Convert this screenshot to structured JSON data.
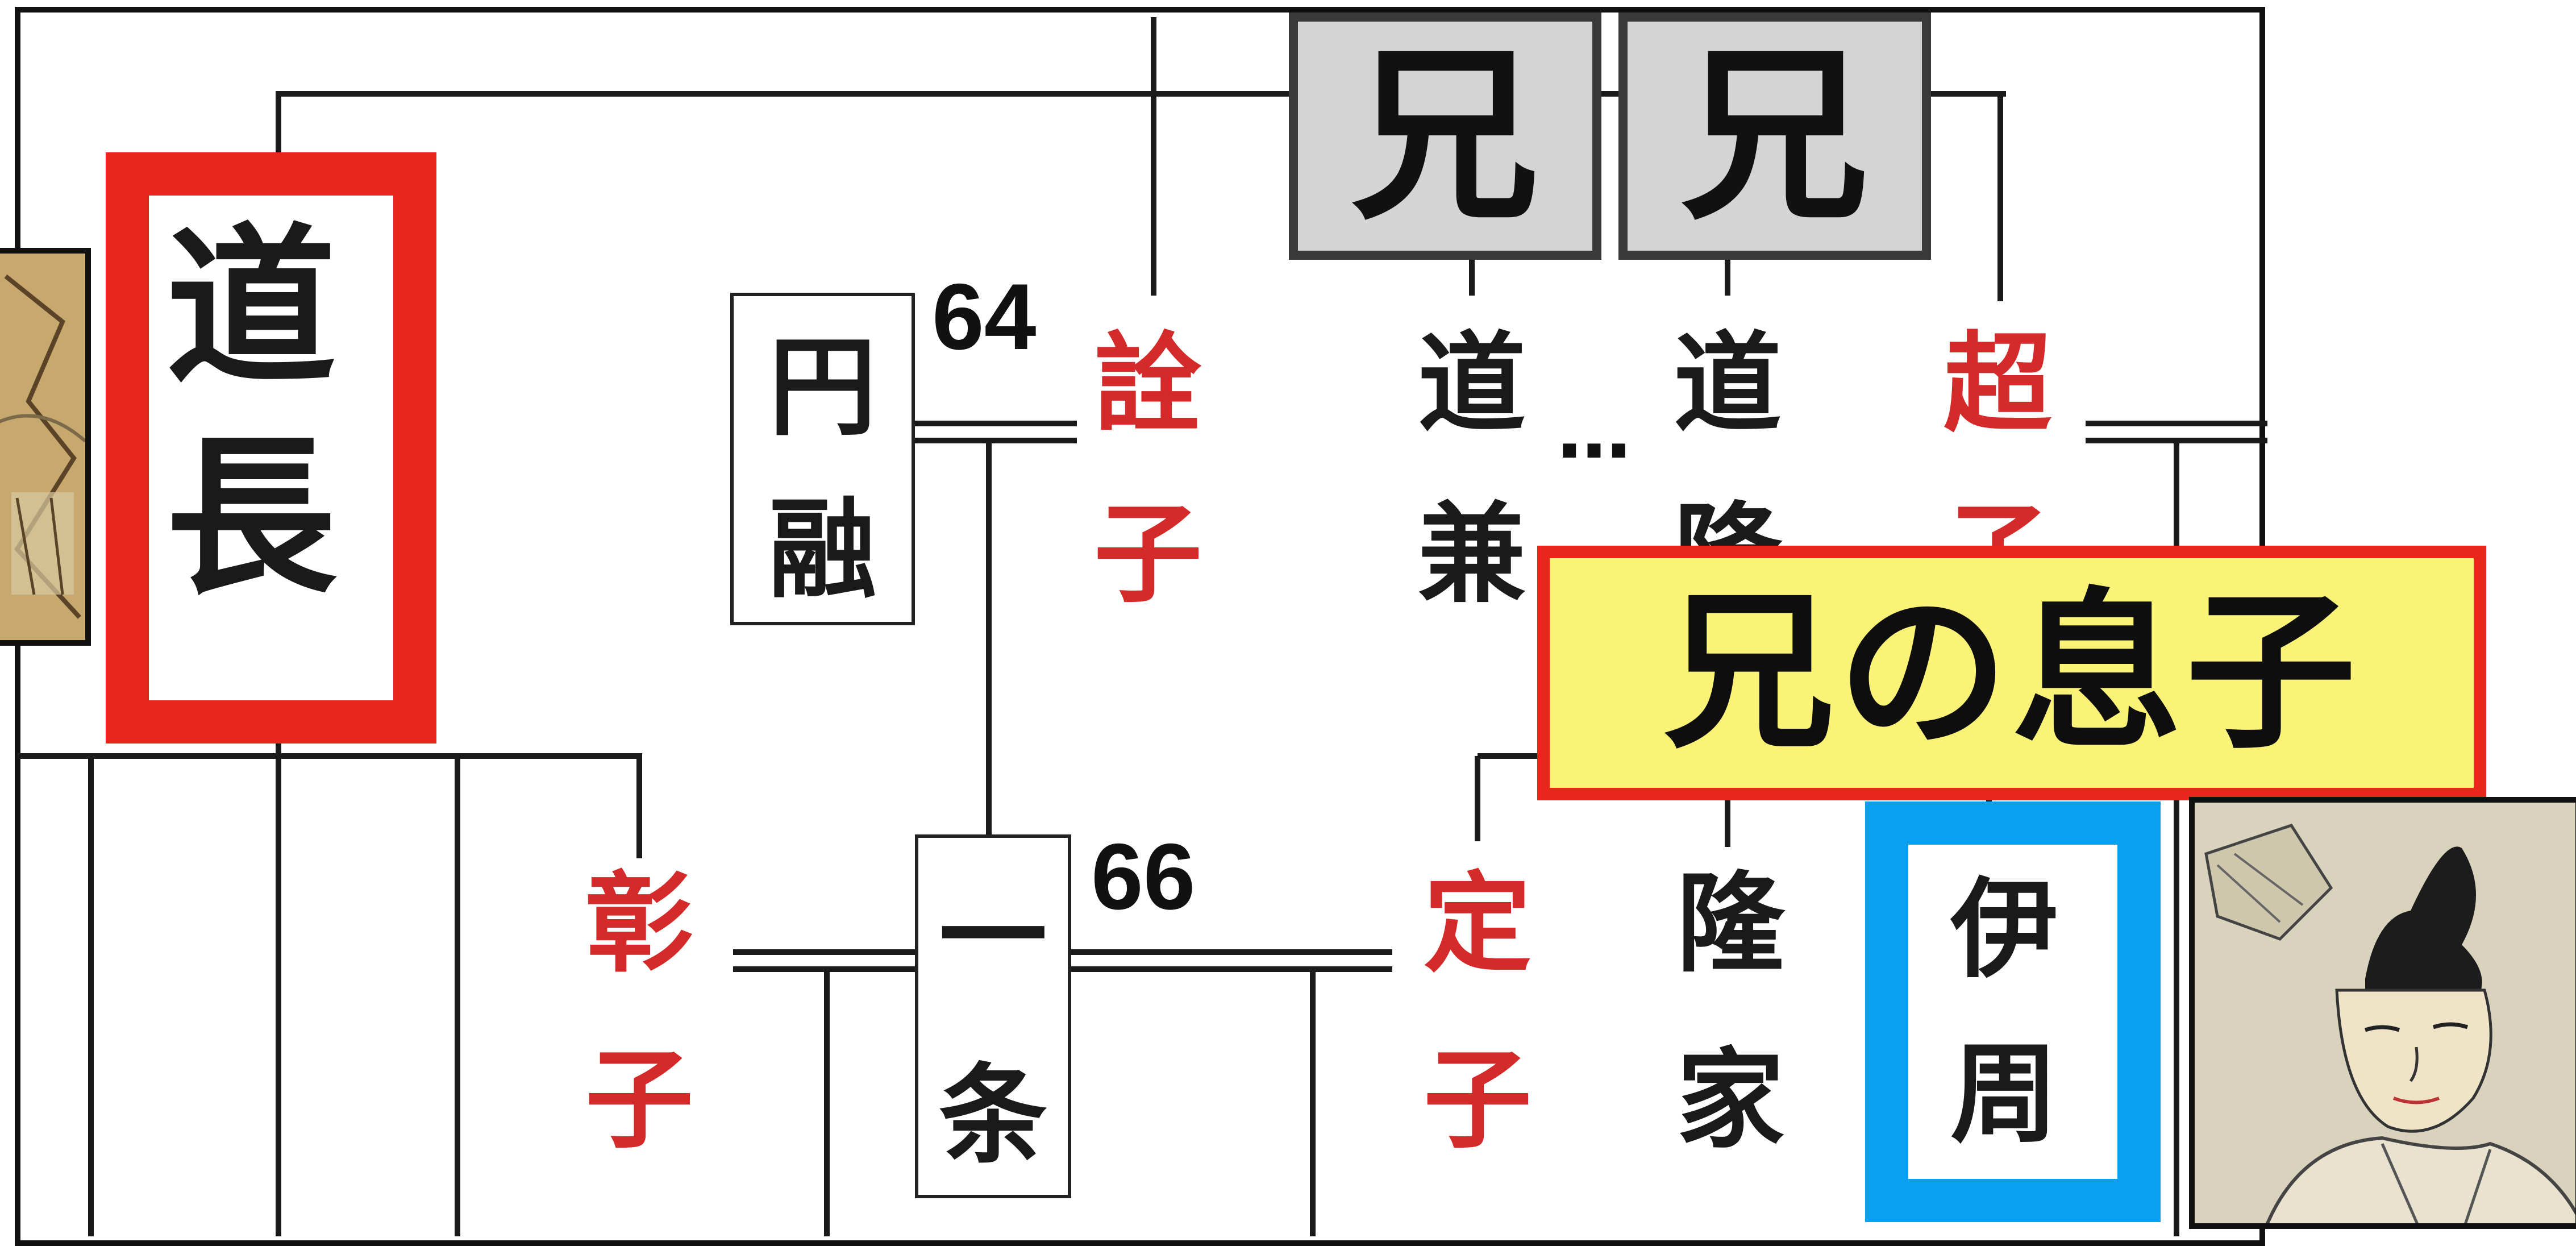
{
  "people": {
    "michinaga": [
      "道",
      "長"
    ],
    "enyu": [
      "円",
      "融"
    ],
    "senshi": [
      "詮",
      "子"
    ],
    "michikane": [
      "道",
      "兼"
    ],
    "michitaka": [
      "道",
      "隆"
    ],
    "choshi": [
      "超",
      "子"
    ],
    "shoshi": [
      "彰",
      "子"
    ],
    "ichijo": [
      "一",
      "条"
    ],
    "teishi": [
      "定",
      "子"
    ],
    "takaie": [
      "隆",
      "家"
    ],
    "korechika": [
      "伊",
      "周"
    ]
  },
  "numbers": {
    "enyu": "64",
    "ichijo": "66"
  },
  "ellipsis": "…",
  "labels": {
    "ani_1": "兄",
    "ani_2": "兄",
    "son_of_brother": "兄の息子"
  },
  "colors": {
    "highlight_red": "#e8261c",
    "highlight_blue": "#0aa0f0",
    "banner_yellow": "#fbf377",
    "name_red": "#d42a2a",
    "label_gray": "#d4d4d4"
  },
  "icons": {
    "portrait_left": "court-noble-portrait",
    "portrait_right": "court-noble-portrait"
  }
}
